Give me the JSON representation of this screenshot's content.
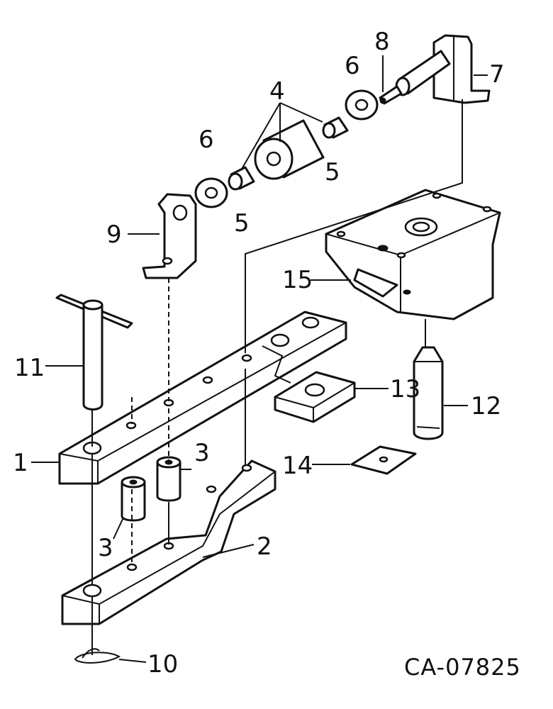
{
  "figure_code": "CA-07825",
  "callouts": {
    "c1": "1",
    "c2": "2",
    "c3a": "3",
    "c3b": "3",
    "c4": "4",
    "c5a": "5",
    "c5b": "5",
    "c6a": "6",
    "c6b": "6",
    "c7": "7",
    "c8": "8",
    "c9": "9",
    "c10": "10",
    "c11": "11",
    "c12": "12",
    "c13": "13",
    "c14": "14",
    "c15": "15"
  }
}
